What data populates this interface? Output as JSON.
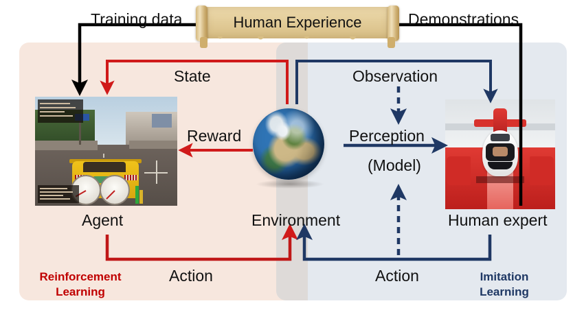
{
  "figure": {
    "title": "Human Experience",
    "banner": {
      "text": "Human Experience"
    }
  },
  "panels": {
    "reinforcement": {
      "tag_line1": "Reinforcement",
      "tag_line2": "Learning",
      "color": "#c00000",
      "background": "#f7e7de"
    },
    "imitation": {
      "tag_line1": "Imitation",
      "tag_line2": "Learning",
      "color": "#1f3864",
      "background": "#e4e9ef"
    },
    "overlap_color": "#dedad8"
  },
  "nodes": {
    "agent": {
      "label": "Agent",
      "image": "torcs-racing-game-screenshot"
    },
    "environment": {
      "label": "Environment",
      "image": "earth-globe"
    },
    "human_expert": {
      "label": "Human expert",
      "image": "formula-one-driver-photo"
    }
  },
  "edges": {
    "training_data": {
      "label": "Training data",
      "color": "#000000",
      "style": "solid"
    },
    "demonstrations": {
      "label": "Demonstrations",
      "color": "#000000",
      "style": "solid"
    },
    "state": {
      "label": "State",
      "color": "#d01a1a",
      "style": "solid"
    },
    "reward": {
      "label": "Reward",
      "color": "#d01a1a",
      "style": "solid"
    },
    "action_left": {
      "label": "Action",
      "color": "#d01a1a",
      "style": "solid"
    },
    "observation": {
      "label": "Observation",
      "color": "#1f3864",
      "style": "solid"
    },
    "perception": {
      "label": "Perception",
      "sublabel": "(Model)",
      "color": "#1f3864",
      "style": "solid"
    },
    "observation_dashed": {
      "color": "#1f3864",
      "style": "dashed"
    },
    "action_right": {
      "label": "Action",
      "color": "#1f3864",
      "style": "solid"
    },
    "action_right_dashed": {
      "color": "#1f3864",
      "style": "dashed"
    }
  }
}
